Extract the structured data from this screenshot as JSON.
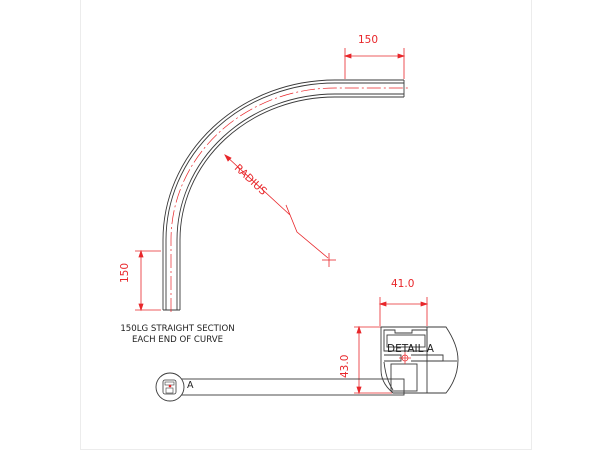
{
  "drawing": {
    "top_dimension": "150",
    "left_dimension": "150",
    "radius_label": "RADIUS",
    "note_line1": "150LG STRAIGHT SECTION",
    "note_line2": "EACH END OF CURVE",
    "detail_width": "41.0",
    "detail_height": "43.0",
    "detail_title": "DETAIL A",
    "section_marker": "A",
    "colors": {
      "outline": "#333333",
      "dimension": "#e8262a",
      "frame": "#ececec"
    }
  }
}
